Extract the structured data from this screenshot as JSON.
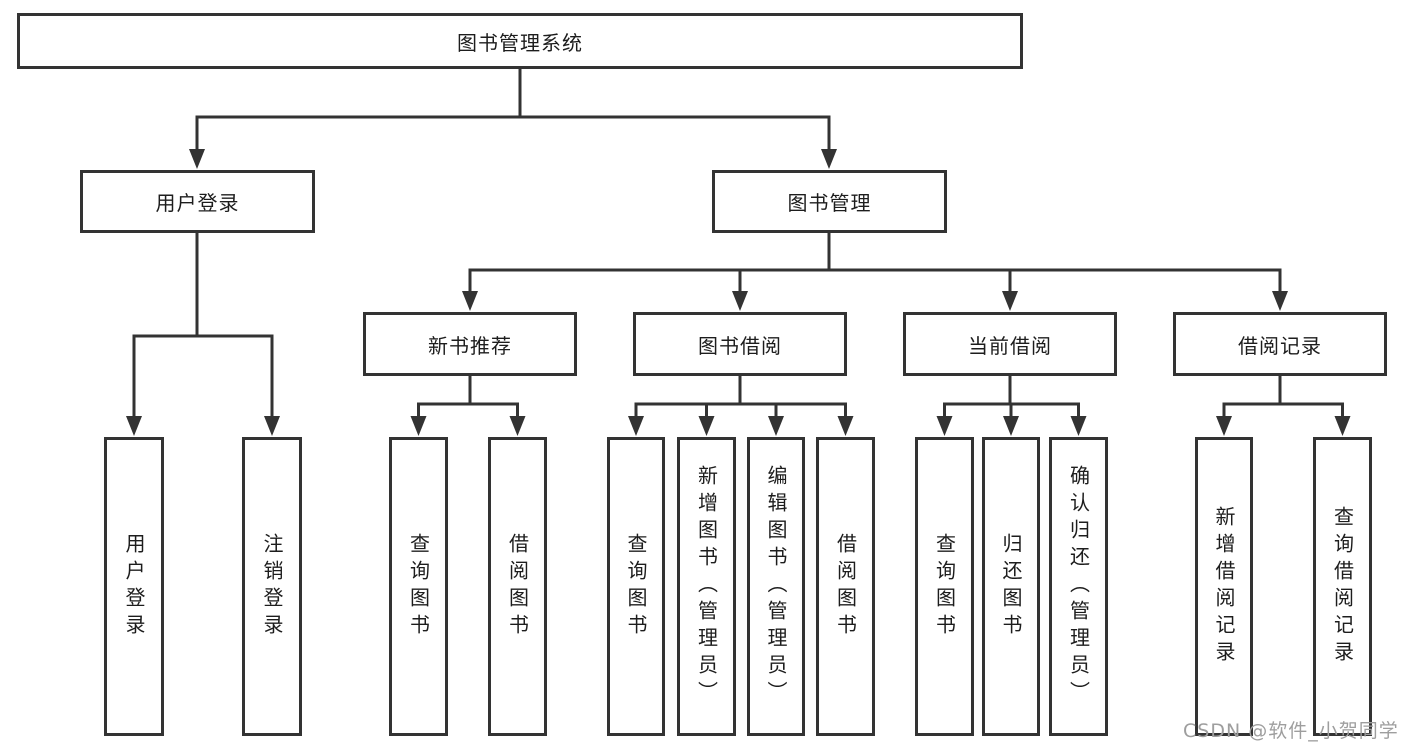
{
  "colors": {
    "line": "#333333",
    "box_border": "#333333",
    "text": "#1d1d1d",
    "watermark": "#9e9e9e",
    "background": "#ffffff"
  },
  "watermark": {
    "label": "CSDN @软件_小贺同学"
  },
  "diagram": {
    "root": {
      "label": "图书管理系统"
    },
    "branches": [
      {
        "label": "用户登录",
        "children": [
          {
            "label": "用户登录"
          },
          {
            "label": "注销登录"
          }
        ]
      },
      {
        "label": "图书管理",
        "children": [
          {
            "label": "新书推荐",
            "children": [
              {
                "label": "查询图书"
              },
              {
                "label": "借阅图书"
              }
            ]
          },
          {
            "label": "图书借阅",
            "children": [
              {
                "label": "查询图书"
              },
              {
                "label": "新增图书（管理员）"
              },
              {
                "label": "编辑图书（管理员）"
              },
              {
                "label": "借阅图书"
              }
            ]
          },
          {
            "label": "当前借阅",
            "children": [
              {
                "label": "查询图书"
              },
              {
                "label": "归还图书"
              },
              {
                "label": "确认归还（管理员）"
              }
            ]
          },
          {
            "label": "借阅记录",
            "children": [
              {
                "label": "新增借阅记录"
              },
              {
                "label": "查询借阅记录"
              }
            ]
          }
        ]
      }
    ]
  }
}
